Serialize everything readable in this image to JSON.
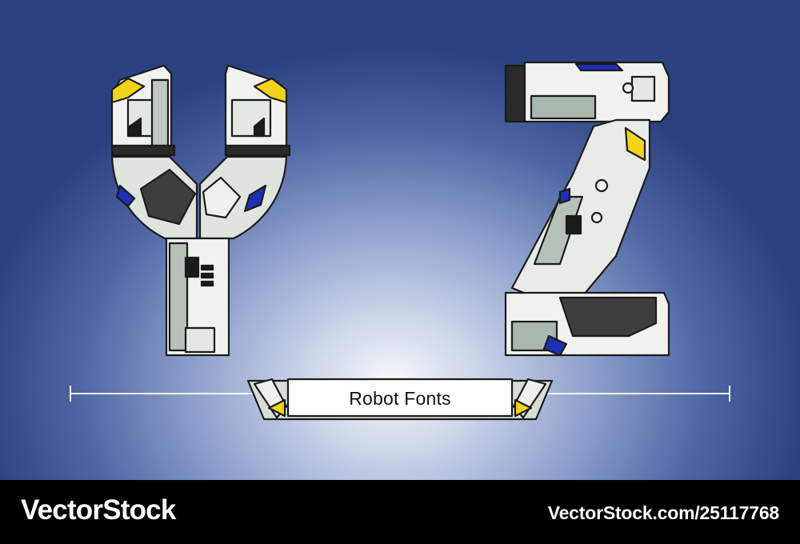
{
  "letters": [
    {
      "char": "Y",
      "style": "robot-mech"
    },
    {
      "char": "Z",
      "style": "robot-mech"
    }
  ],
  "banner": {
    "label": "Robot Fonts"
  },
  "footer": {
    "brand": "VectorStock",
    "stock_id": "VectorStock.com/25117768"
  },
  "colors": {
    "background_dark": "#2a4280",
    "background_light": "#f7f8fb",
    "panel": "#e9ebe8",
    "panel_shade": "#a9b7ac",
    "outline": "#1b1b1b",
    "accent_yellow": "#f2d21b",
    "accent_blue": "#1e2fb5",
    "footer": "#000000"
  }
}
